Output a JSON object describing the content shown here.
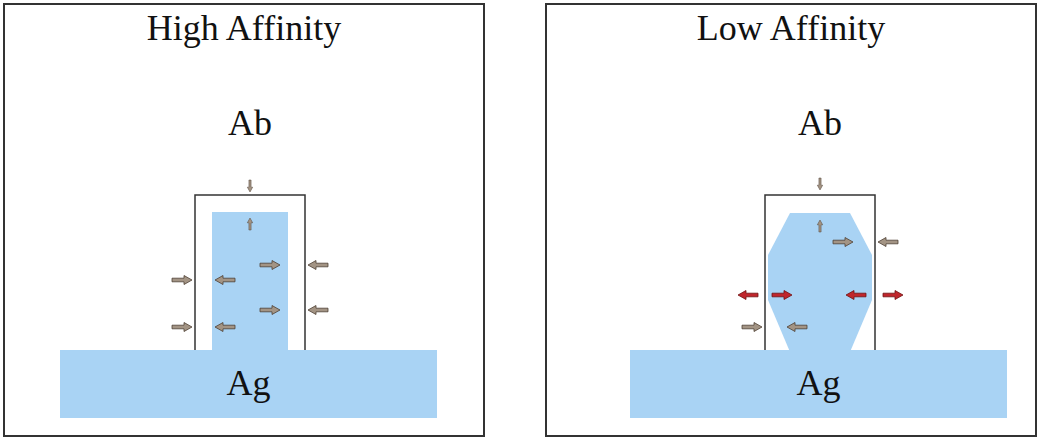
{
  "diagram": {
    "nodes": [
      {
        "text": [
          "High Affinity"
        ]
      },
      {
        "text": [
          "Ab"
        ],
        "in": 0
      },
      {
        "text": [
          "Ag"
        ],
        "in": 0
      },
      {
        "text": [
          "Low Affinity"
        ]
      },
      {
        "text": [
          "Ab"
        ],
        "in": 3
      },
      {
        "text": [
          "Ag"
        ],
        "in": 3
      }
    ]
  }
}
